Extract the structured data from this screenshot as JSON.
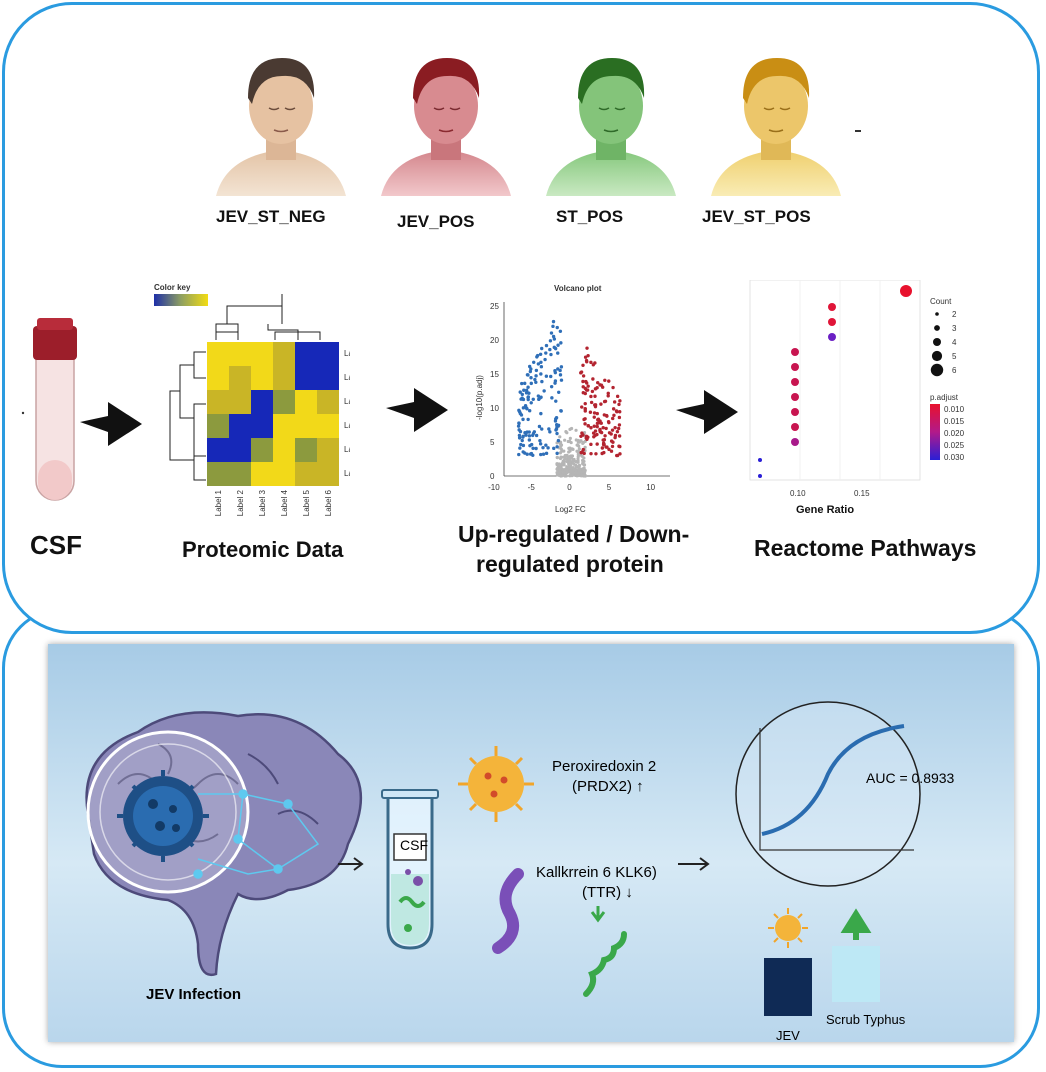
{
  "groups": [
    "JEV_ST_NEG",
    "JEV_POS",
    "ST_POS",
    "JEV_ST_POS"
  ],
  "group_colors": {
    "JEV_ST_NEG": "#e7c9ad",
    "JEV_POS": "#d98c92",
    "ST_POS": "#8fcf86",
    "JEV_ST_POS": "#f3d57a"
  },
  "workflow": {
    "csf_label": "CSF",
    "proteomic_label": "Proteomic Data",
    "regulated_label_line1": "Up-regulated / Down-",
    "regulated_label_line2": "regulated protein",
    "reactome_label": "Reactome Pathways"
  },
  "heatmap": {
    "color_key": "Color key",
    "row_labels": [
      "Label A",
      "Label B",
      "Label C",
      "Label D",
      "Label E",
      "Label F"
    ],
    "col_labels": [
      "Label 1",
      "Label 2",
      "Label 3",
      "Label 4",
      "Label 5",
      "Label 6"
    ]
  },
  "volcano": {
    "title": "Volcano plot",
    "xlabel": "Log2 FC",
    "ylabel": "-log10(p.adj)",
    "x_ticks": [
      "-10",
      "-5",
      "0",
      "5",
      "10"
    ],
    "y_ticks": [
      "0",
      "5",
      "10",
      "15",
      "20",
      "25"
    ]
  },
  "dotplot": {
    "xlabel": "Gene Ratio",
    "x_ticks": [
      "0.10",
      "0.15"
    ],
    "count_title": "Count",
    "count_values": [
      "2",
      "3",
      "4",
      "5",
      "6"
    ],
    "padjust_title": "p.adjust",
    "padjust_values": [
      "0.010",
      "0.015",
      "0.020",
      "0.025",
      "0.030"
    ]
  },
  "bottom": {
    "jev_infection": "JEV Infection",
    "csf_tube_label": "CSF",
    "prdx2_line1": "Peroxiredoxin 2",
    "prdx2_line2": "(PRDX2) ↑",
    "klk6_line1": "Kallkrrein 6 KLK6)",
    "klk6_line2": "(TTR) ↓",
    "auc": "AUC = 0.8933",
    "jev_bar": "JEV",
    "scrub_bar": "Scrub Typhus"
  }
}
